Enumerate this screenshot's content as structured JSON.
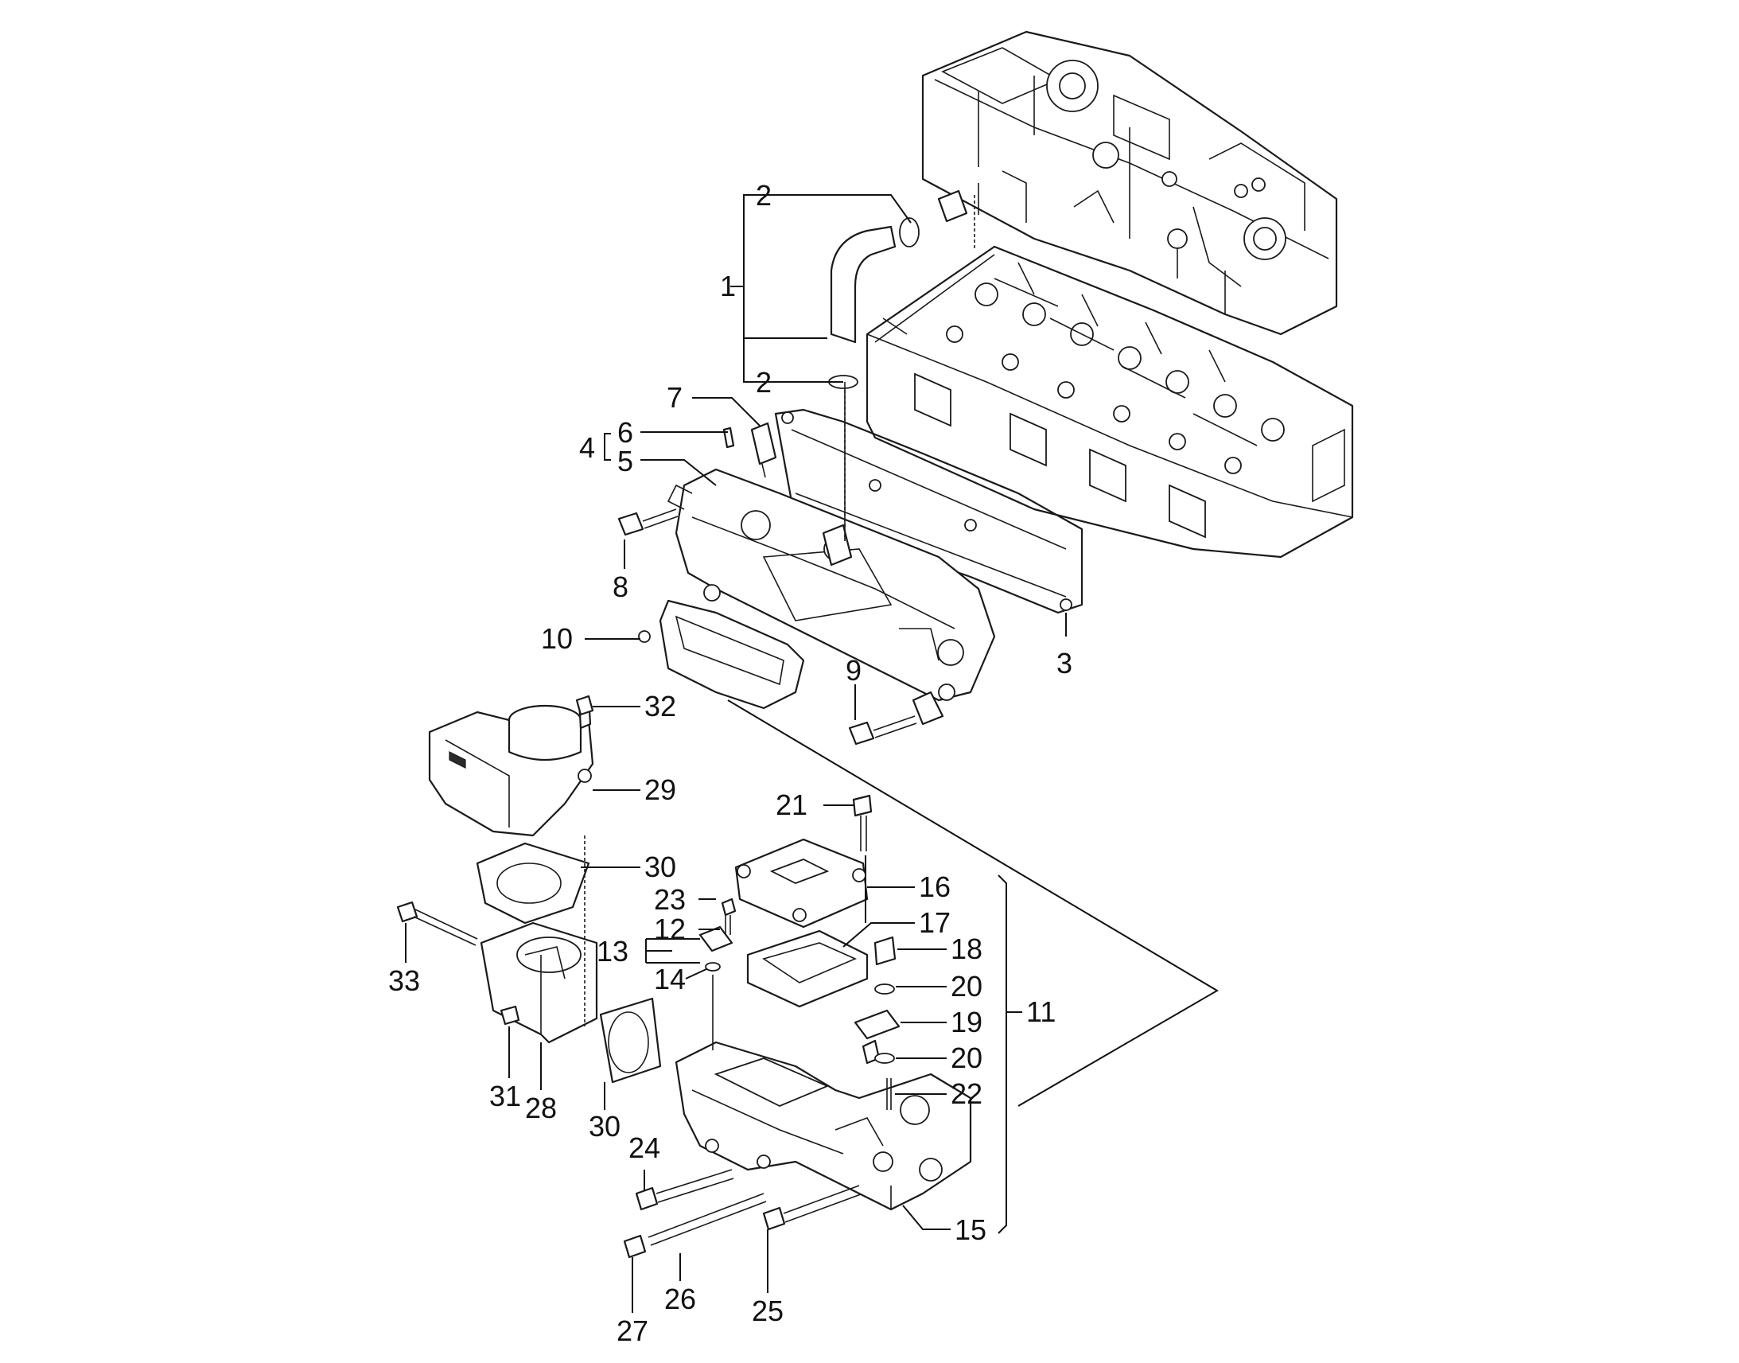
{
  "callouts": [
    {
      "id": "c1",
      "text": "1"
    },
    {
      "id": "c2a",
      "text": "2"
    },
    {
      "id": "c2b",
      "text": "2"
    },
    {
      "id": "c3",
      "text": "3"
    },
    {
      "id": "c4",
      "text": "4"
    },
    {
      "id": "c5",
      "text": "5"
    },
    {
      "id": "c6",
      "text": "6"
    },
    {
      "id": "c7",
      "text": "7"
    },
    {
      "id": "c8",
      "text": "8"
    },
    {
      "id": "c9",
      "text": "9"
    },
    {
      "id": "c10",
      "text": "10"
    },
    {
      "id": "c11",
      "text": "11"
    },
    {
      "id": "c12",
      "text": "12"
    },
    {
      "id": "c13",
      "text": "13"
    },
    {
      "id": "c14",
      "text": "14"
    },
    {
      "id": "c15",
      "text": "15"
    },
    {
      "id": "c16",
      "text": "16"
    },
    {
      "id": "c17",
      "text": "17"
    },
    {
      "id": "c18",
      "text": "18"
    },
    {
      "id": "c19",
      "text": "19"
    },
    {
      "id": "c20a",
      "text": "20"
    },
    {
      "id": "c20b",
      "text": "20"
    },
    {
      "id": "c21",
      "text": "21"
    },
    {
      "id": "c22",
      "text": "22"
    },
    {
      "id": "c23",
      "text": "23"
    },
    {
      "id": "c24",
      "text": "24"
    },
    {
      "id": "c25",
      "text": "25"
    },
    {
      "id": "c26",
      "text": "26"
    },
    {
      "id": "c27",
      "text": "27"
    },
    {
      "id": "c28",
      "text": "28"
    },
    {
      "id": "c29",
      "text": "29"
    },
    {
      "id": "c30a",
      "text": "30"
    },
    {
      "id": "c30b",
      "text": "30"
    },
    {
      "id": "c31",
      "text": "31"
    },
    {
      "id": "c32",
      "text": "32"
    },
    {
      "id": "c33",
      "text": "33"
    }
  ]
}
